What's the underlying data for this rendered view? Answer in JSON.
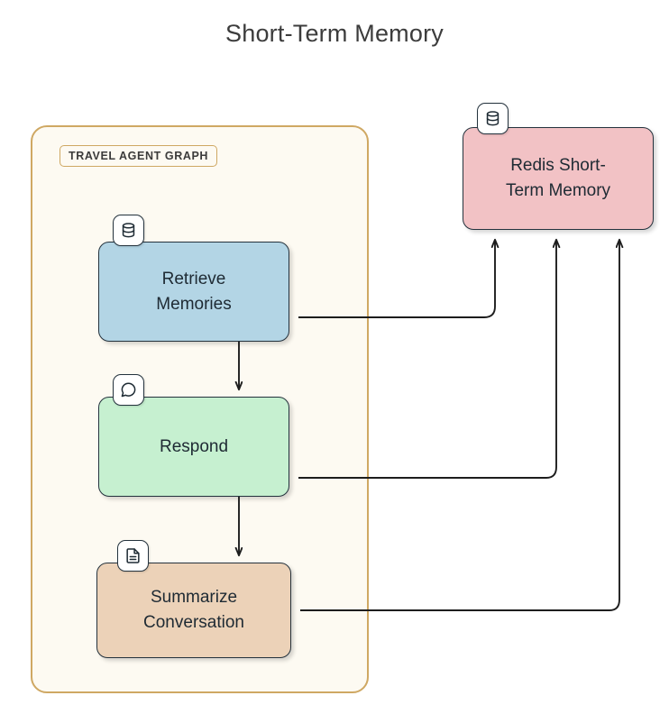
{
  "title": "Short-Term Memory",
  "subgraph": {
    "label": "TRAVEL AGENT GRAPH",
    "border_color": "#cfa863",
    "fill_color": "#fdfaf2"
  },
  "nodes": [
    {
      "id": "retrieve-memories",
      "label": "Retrieve\nMemories",
      "line1": "Retrieve",
      "line2": "Memories",
      "icon": "database-icon",
      "fill_color": "#b3d5e5",
      "border_color": "#24323d"
    },
    {
      "id": "respond",
      "label": "Respond",
      "line1": "Respond",
      "line2": "",
      "icon": "chat-bubble-icon",
      "fill_color": "#c6f0d0",
      "border_color": "#24323d"
    },
    {
      "id": "summarize-conversation",
      "label": "Summarize\nConversation",
      "line1": "Summarize",
      "line2": "Conversation",
      "icon": "document-icon",
      "fill_color": "#ecd2b8",
      "border_color": "#24323d"
    },
    {
      "id": "redis-short-term-memory",
      "label": "Redis Short-\nTerm Memory",
      "line1": "Redis Short-",
      "line2": "Term Memory",
      "icon": "database-icon",
      "fill_color": "#f2c2c5",
      "border_color": "#24323d"
    }
  ],
  "edges": [
    {
      "id": "retrieve-to-respond",
      "from": "retrieve-memories",
      "to": "respond",
      "label": "",
      "style": "solid-arrow"
    },
    {
      "id": "respond-to-summarize",
      "from": "respond",
      "to": "summarize-conversation",
      "label": "",
      "style": "solid-arrow"
    },
    {
      "id": "redis-to-retrieve",
      "from": "redis-short-term-memory",
      "to": "retrieve-memories",
      "label": "",
      "style": "solid-arrow"
    },
    {
      "id": "redis-to-respond",
      "from": "redis-short-term-memory",
      "to": "respond",
      "label": "",
      "style": "solid-arrow"
    },
    {
      "id": "redis-to-summarize",
      "from": "redis-short-term-memory",
      "to": "summarize-conversation",
      "label": "",
      "style": "solid-arrow"
    }
  ],
  "colors": {
    "edge": "#1d1d1d",
    "text": "#1e2a33",
    "title": "#3c3c3c",
    "background": "#ffffff"
  }
}
